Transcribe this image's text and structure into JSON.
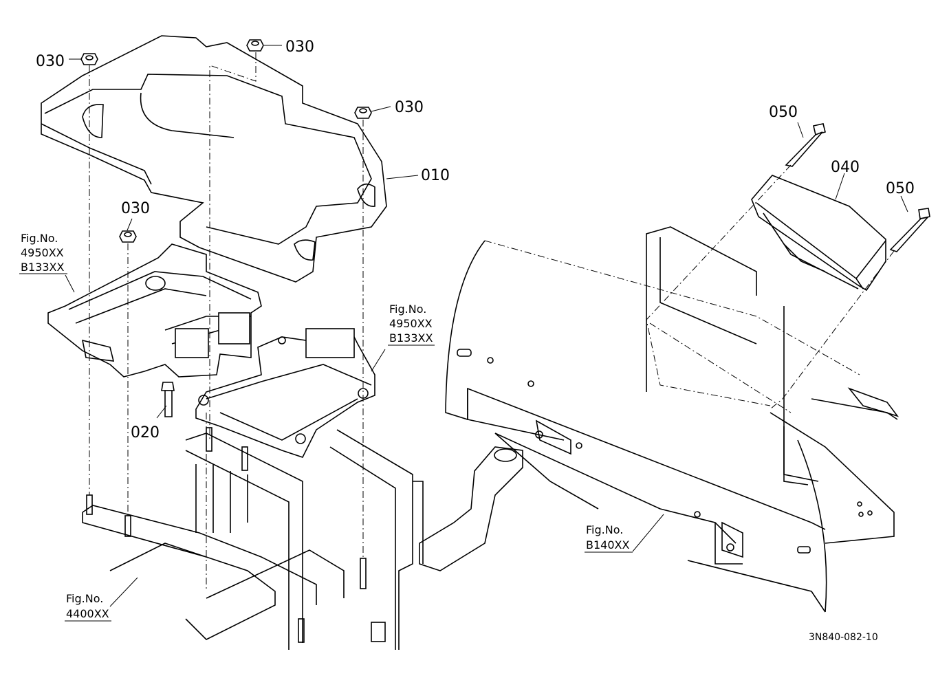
{
  "callouts": {
    "c030a": "030",
    "c030b": "030",
    "c030c": "030",
    "c030d": "030",
    "c010": "010",
    "c020": "020",
    "c040": "040",
    "c050a": "050",
    "c050b": "050"
  },
  "refs": {
    "r1": {
      "line1": "Fig.No.",
      "line2": "4950XX",
      "line3": "B133XX"
    },
    "r2": {
      "line1": "Fig.No.",
      "line2": "4950XX",
      "line3": "B133XX"
    },
    "r3": {
      "line1": "Fig.No.",
      "line2": "4400XX"
    },
    "r4": {
      "line1": "Fig.No.",
      "line2": "B140XX"
    }
  },
  "drawing_code": "3N840-082-10"
}
